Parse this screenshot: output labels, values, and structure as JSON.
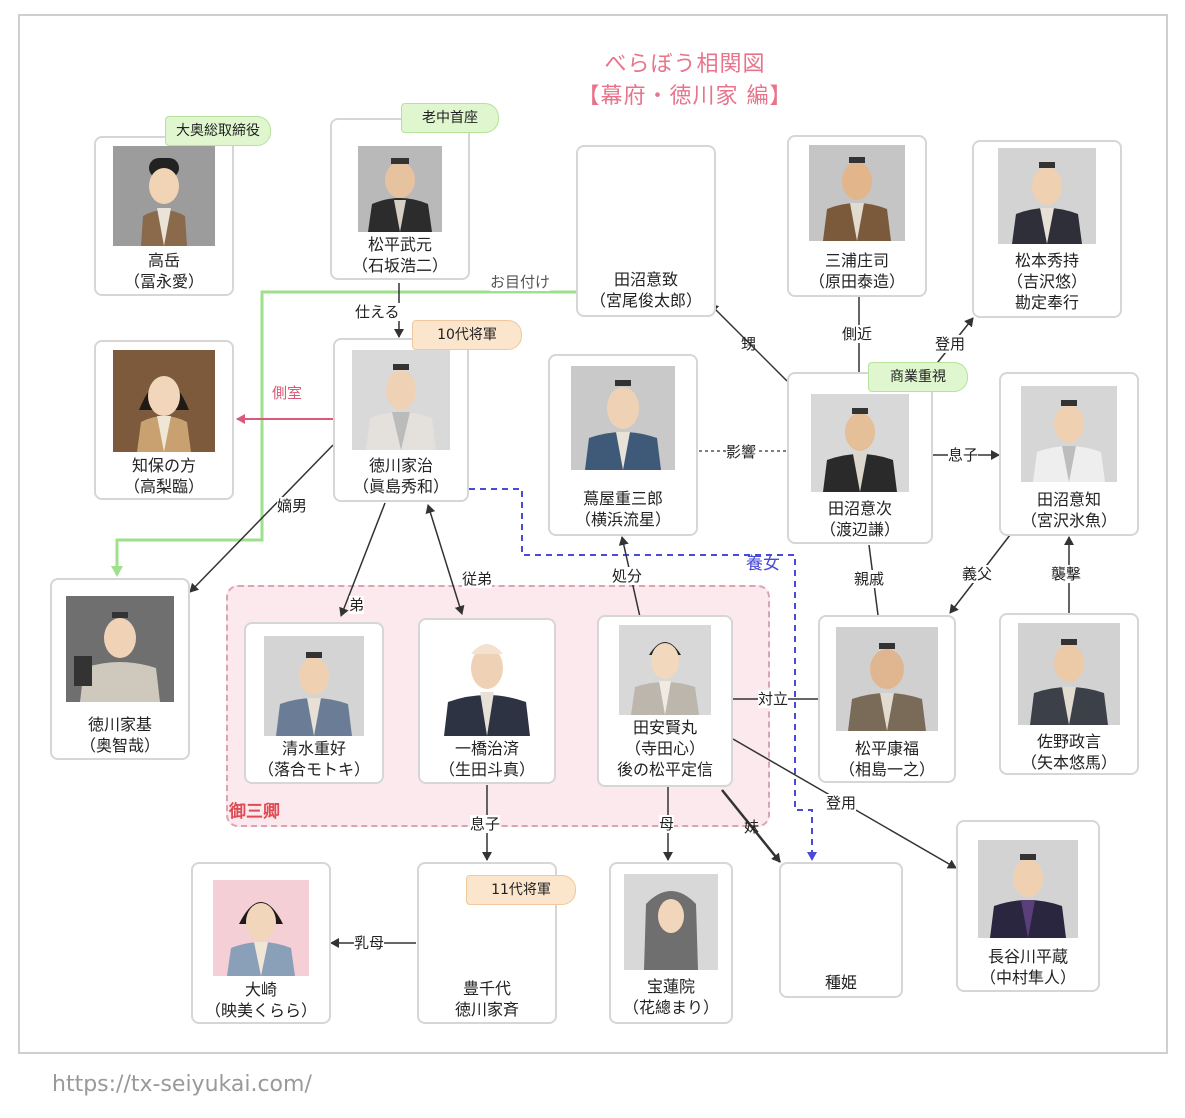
{
  "title": {
    "line1": "べらぼう相関図",
    "line2": "【幕府・徳川家 編】"
  },
  "group_label": "御三卿",
  "source_url": "https://tx-seiyukai.com/",
  "people": {
    "takaoka": {
      "name": "高岳",
      "actor": "（冨永愛）",
      "tag": "大奥総取締役"
    },
    "matsudaira_takemoto": {
      "name": "松平武元",
      "actor": "（石坂浩二）",
      "tag": "老中首座"
    },
    "tanuma_okitsugu_son": {
      "name": "田沼意致",
      "actor": "（宮尾俊太郎）"
    },
    "miura": {
      "name": "三浦庄司",
      "actor": "（原田泰造）"
    },
    "matsumoto": {
      "name": "松本秀持",
      "actor": "（吉沢悠）",
      "role": "勘定奉行"
    },
    "chiho": {
      "name": "知保の方",
      "actor": "（高梨臨）"
    },
    "ieharu": {
      "name": "徳川家治",
      "actor": "（眞島秀和）",
      "tag": "10代将軍"
    },
    "tsutaya": {
      "name": "蔦屋重三郎",
      "actor": "（横浜流星）"
    },
    "okitsugu": {
      "name": "田沼意次",
      "actor": "（渡辺謙）",
      "tag": "商業重視"
    },
    "okitomo": {
      "name": "田沼意知",
      "actor": "（宮沢氷魚）"
    },
    "iemoto": {
      "name": "徳川家基",
      "actor": "（奥智哉）"
    },
    "shigeyoshi": {
      "name": "清水重好",
      "actor": "（落合モトキ）"
    },
    "harusada": {
      "name": "一橋治済",
      "actor": "（生田斗真）"
    },
    "kenmaru": {
      "name": "田安賢丸",
      "actor": "（寺田心）",
      "role": "後の松平定信"
    },
    "yasuyoshi": {
      "name": "松平康福",
      "actor": "（相島一之）"
    },
    "sano": {
      "name": "佐野政言",
      "actor": "（矢本悠馬）"
    },
    "osaki": {
      "name": "大崎",
      "actor": "（映美くらら）"
    },
    "toyochiyo": {
      "name": "豊千代",
      "role": "徳川家斉",
      "tag": "11代将軍"
    },
    "horen": {
      "name": "宝蓮院",
      "actor": "（花總まり）"
    },
    "tanehime": {
      "name": "種姫"
    },
    "hasegawa": {
      "name": "長谷川平蔵",
      "actor": "（中村隼人）"
    }
  },
  "relations": {
    "ometsuke": "お目付け",
    "tsukaeru": "仕える",
    "sokushitsu": "側室",
    "chakunan": "嫡男",
    "otouto": "弟",
    "itoko": "従弟",
    "shobun": "処分",
    "eikyo": "影響",
    "oi": "甥",
    "sokkin": "側近",
    "toyo1": "登用",
    "musuko1": "息子",
    "shinseki": "親戚",
    "gifu": "義父",
    "shugeki": "襲撃",
    "youjo": "養女",
    "tairitsu": "対立",
    "toyo2": "登用",
    "musuko2": "息子",
    "haha": "母",
    "imouto": "妹",
    "menoto": "乳母"
  },
  "colors": {
    "title": "#e8748c",
    "ometsuke_line": "#9fe08c",
    "sokushitsu_line": "#d9597a",
    "youjo_line": "#4a4ad8",
    "group_fill": "#fbe9ee",
    "group_label": "#e04c55"
  }
}
